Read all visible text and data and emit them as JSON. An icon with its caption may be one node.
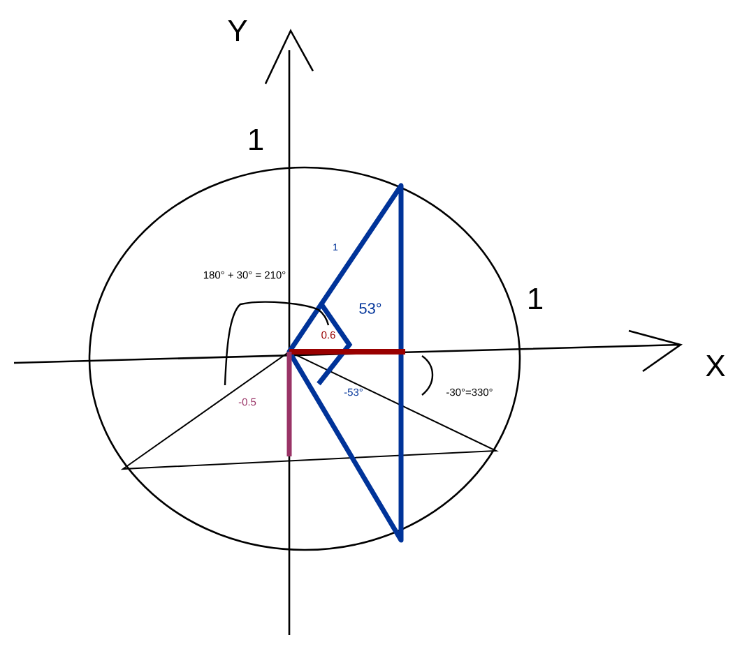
{
  "diagram": {
    "labels": [
      "Y",
      "1",
      "1",
      "180° + 30° = 210°",
      "53°",
      "0.6",
      "1",
      "X",
      "-0.5",
      "-53°",
      "-30°=330°"
    ]
  }
}
